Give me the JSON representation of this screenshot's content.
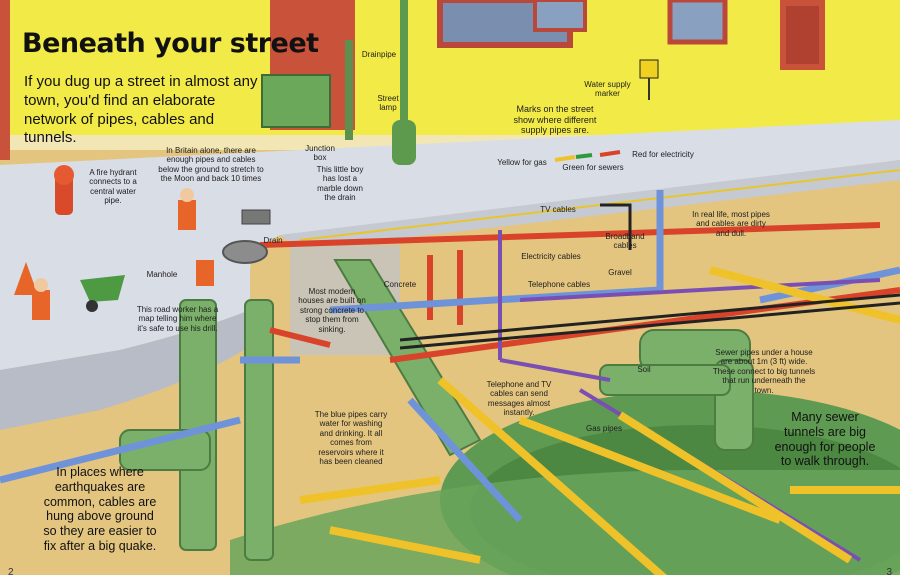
{
  "header": {
    "title": "Beneath your street",
    "intro": "If you dug up a street in almost any town, you'd find an elaborate network of pipes, cables and tunnels."
  },
  "labels": {
    "drainpipe": "Drainpipe",
    "street_lamp": "Street lamp",
    "water_marker": "Water supply marker",
    "junction_box": "Junction box",
    "drain": "Drain",
    "manhole": "Manhole",
    "concrete": "Concrete",
    "gravel": "Gravel",
    "tv_cables": "TV cables",
    "broadband": "Broadband cables",
    "electricity": "Electricity cables",
    "telephone": "Telephone cables",
    "soil": "Soil",
    "gas_pipes": "Gas pipes",
    "yellow_gas": "Yellow for gas",
    "green_sewers": "Green for sewers",
    "red_electricity": "Red for electricity"
  },
  "notes": {
    "marks": "Marks on the street show where different supply pipes are.",
    "britain": "In Britain alone, there are enough pipes and cables below the ground to stretch to the Moon and back 10 times",
    "hydrant": "A fire hydrant connects to a central water pipe.",
    "boy": "This little boy has lost a marble down the drain",
    "real_life": "In real life, most pipes and cables are dirty and dull.",
    "houses": "Most modern houses are built on strong concrete to stop them from sinking.",
    "worker": "This road worker has a map telling him where it's safe to use his drill.",
    "blue_pipes": "The blue pipes carry water for washing and drinking. It all comes from reservoirs where it has been cleaned",
    "phone_tv": "Telephone and TV cables can send messages almost instantly.",
    "sewer": "Sewer pipes under a house are about 1m (3 ft) wide. These connect to big tunnels that run underneath the town.",
    "tunnels": "Many sewer tunnels are big enough for people to walk through.",
    "earthquakes": "In places where earthquakes are common, cables are hung above ground so they are easier to fix after a big quake."
  },
  "page_numbers": {
    "left": "2",
    "right": "3"
  },
  "colors": {
    "building": "#f2ea47",
    "brick": "#c9523b",
    "pavement": "#d9dde6",
    "soil": "#e3c580",
    "sewer_green": "#7bb06a",
    "water_blue": "#6e93d9",
    "gas_yellow": "#f0c22a",
    "electric_red": "#d8432a",
    "cable_purple": "#7a4fb3"
  },
  "icons": [
    "fire-hydrant-icon",
    "street-lamp-icon",
    "junction-box-icon",
    "manhole-cover-icon",
    "drain-grate-icon",
    "traffic-cone-icon",
    "wheelbarrow-icon",
    "water-marker-sign-icon"
  ]
}
